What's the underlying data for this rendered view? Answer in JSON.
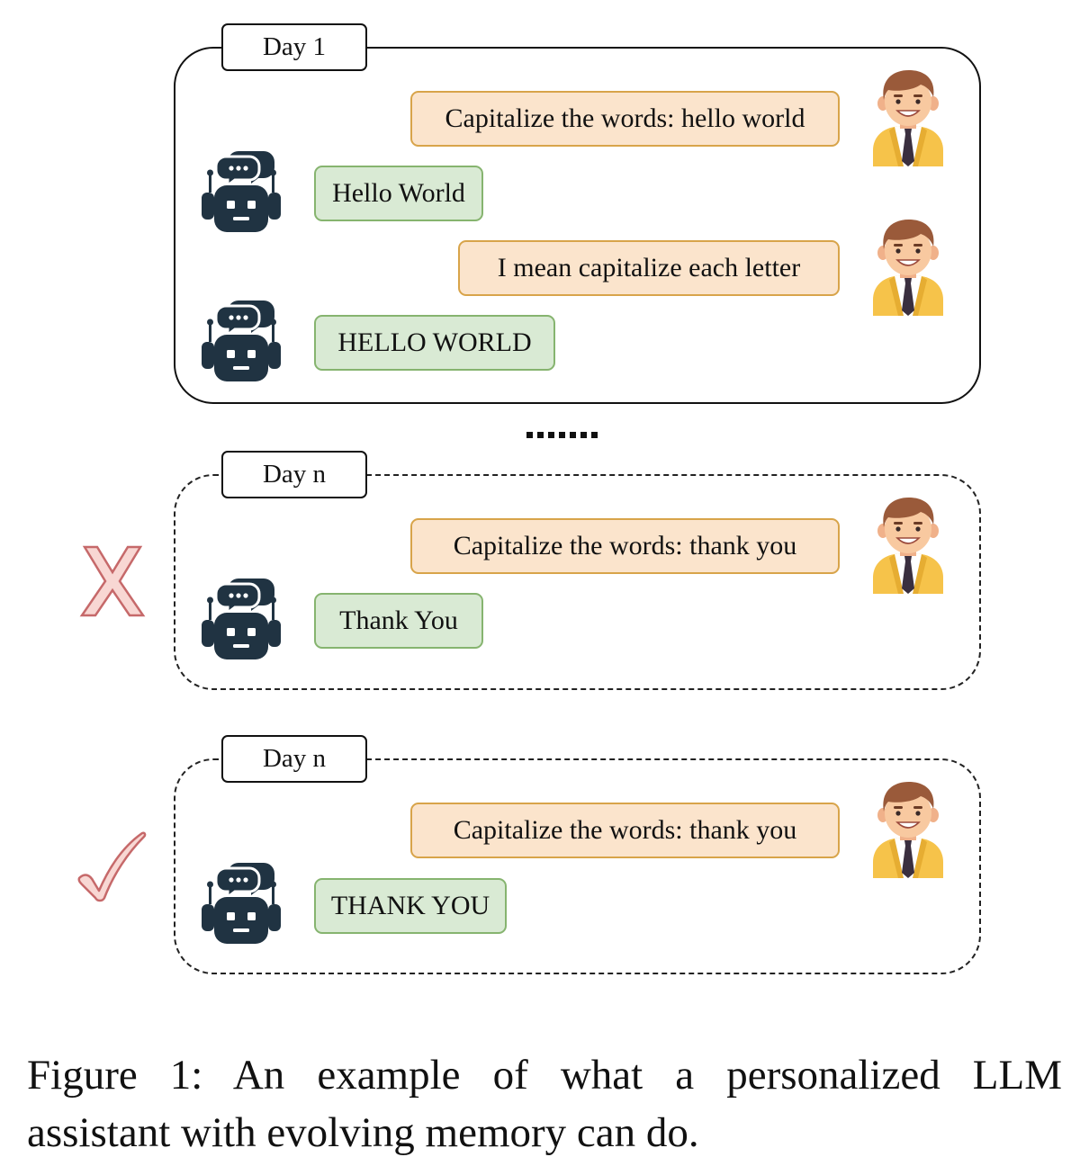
{
  "panels": [
    {
      "day_label": "Day 1",
      "messages": [
        {
          "role": "user",
          "text": "Capitalize the words: hello world"
        },
        {
          "role": "assistant",
          "text": "Hello World"
        },
        {
          "role": "user",
          "text": "I mean capitalize each letter"
        },
        {
          "role": "assistant",
          "text": "HELLO WORLD"
        }
      ]
    },
    {
      "day_label": "Day n",
      "result": "wrong",
      "messages": [
        {
          "role": "user",
          "text": "Capitalize the words: thank you"
        },
        {
          "role": "assistant",
          "text": "Thank You"
        }
      ]
    },
    {
      "day_label": "Day n",
      "result": "correct",
      "messages": [
        {
          "role": "user",
          "text": "Capitalize the words: thank you"
        },
        {
          "role": "assistant",
          "text": "THANK YOU"
        }
      ]
    }
  ],
  "separator": ".......",
  "icons": {
    "user": "user-avatar-icon",
    "assistant": "robot-icon",
    "wrong": "cross-mark-icon",
    "correct": "check-mark-icon"
  },
  "colors": {
    "user_bubble_fill": "#fbe4cc",
    "user_bubble_border": "#d8a44a",
    "bot_bubble_fill": "#d9ead4",
    "bot_bubble_border": "#86b46f",
    "mark_fill": "#f8d7d3",
    "mark_stroke": "#c6696a"
  },
  "caption": {
    "line1": "Figure 1:  An example of what a personalized LLM",
    "line2": "assistant with evolving memory can do."
  }
}
